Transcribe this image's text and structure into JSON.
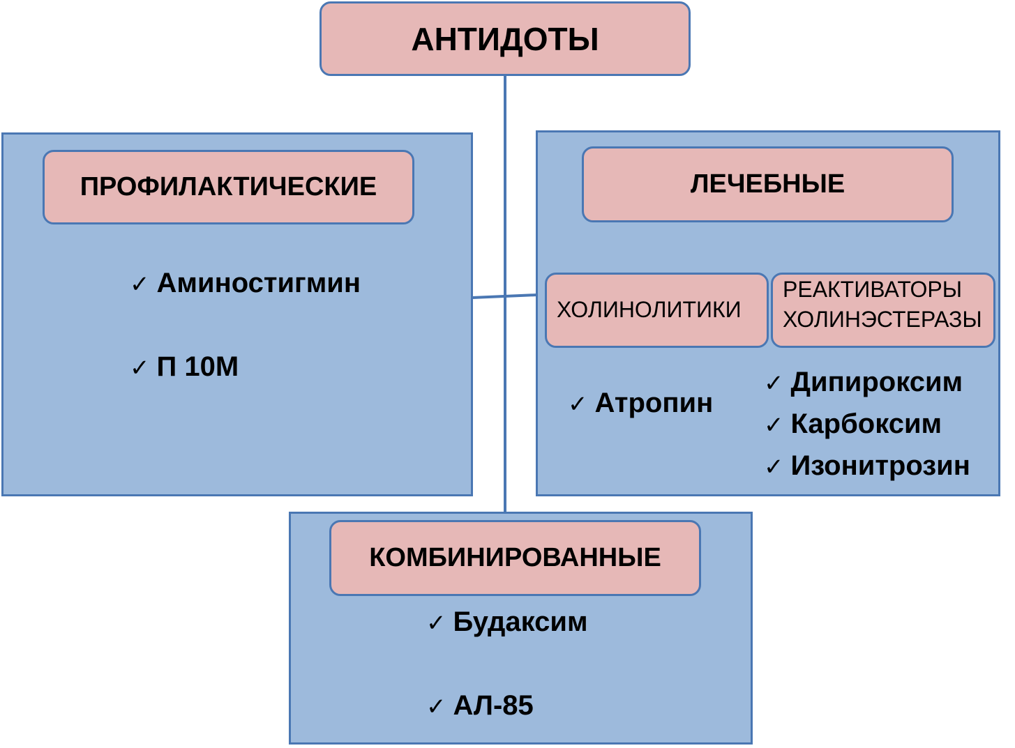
{
  "diagram": {
    "root": {
      "label": "АНТИДОТЫ"
    },
    "prophylactic": {
      "label": "ПРОФИЛАКТИЧЕСКИЕ",
      "items": [
        "Аминостигмин",
        "П 10М"
      ]
    },
    "therapeutic": {
      "label": "ЛЕЧЕБНЫЕ",
      "cholinolytics": {
        "label": "ХОЛИНОЛИТИКИ",
        "items": [
          "Атропин"
        ]
      },
      "reactivators": {
        "label_line1": "РЕАКТИВАТОРЫ",
        "label_line2": "ХОЛИНЭСТЕРАЗЫ",
        "items": [
          "Дипироксим",
          "Карбоксим",
          "Изонитрозин"
        ]
      }
    },
    "combined": {
      "label": "КОМБИНИРОВАННЫЕ",
      "items": [
        "Будаксим",
        "АЛ-85"
      ]
    },
    "check_glyph": "✓"
  },
  "colors": {
    "panel_fill": "#9dbadc",
    "node_fill": "#e6b8b7",
    "border": "#4a77b3",
    "connector": "#4a77b3"
  }
}
